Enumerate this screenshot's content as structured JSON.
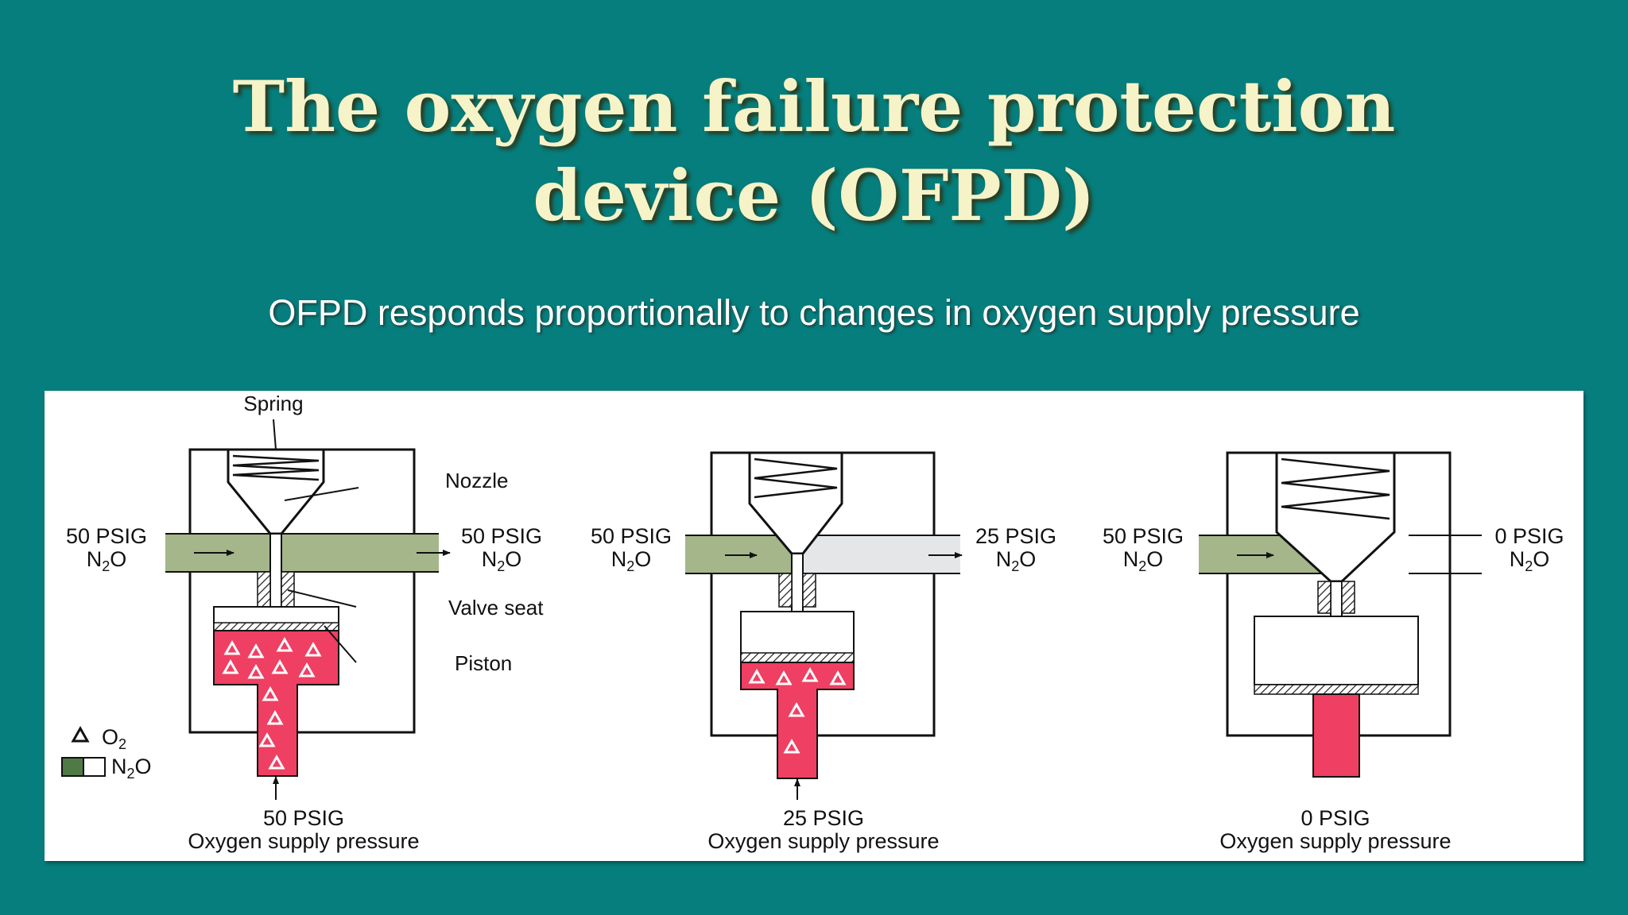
{
  "slide": {
    "title_line1": "The oxygen failure protection",
    "title_line2": "device (OFPD)",
    "subtitle": "OFPD responds proportionally to changes in oxygen supply pressure"
  },
  "diagram": {
    "part_labels": {
      "spring": "Spring",
      "nozzle": "Nozzle",
      "valve_seat": "Valve seat",
      "piston": "Piston"
    },
    "legend": {
      "o2": "O",
      "o2_sub": "2",
      "n2o_n": "N",
      "n2o_sub": "2",
      "n2o_o": "O"
    },
    "panels": [
      {
        "inlet_pressure": "50 PSIG",
        "inlet_gas_n": "N",
        "inlet_gas_sub": "2",
        "inlet_gas_o": "O",
        "outlet_pressure": "50 PSIG",
        "outlet_gas_n": "N",
        "outlet_gas_sub": "2",
        "outlet_gas_o": "O",
        "supply_pressure": "50 PSIG",
        "supply_label": "Oxygen supply pressure"
      },
      {
        "inlet_pressure": "50 PSIG",
        "inlet_gas_n": "N",
        "inlet_gas_sub": "2",
        "inlet_gas_o": "O",
        "outlet_pressure": "25 PSIG",
        "outlet_gas_n": "N",
        "outlet_gas_sub": "2",
        "outlet_gas_o": "O",
        "supply_pressure": "25 PSIG",
        "supply_label": "Oxygen supply pressure"
      },
      {
        "inlet_pressure": "50 PSIG",
        "inlet_gas_n": "N",
        "inlet_gas_sub": "2",
        "inlet_gas_o": "O",
        "outlet_pressure": "0 PSIG",
        "outlet_gas_n": "N",
        "outlet_gas_sub": "2",
        "outlet_gas_o": "O",
        "supply_pressure": "0 PSIG",
        "supply_label": "Oxygen supply pressure"
      }
    ],
    "colors": {
      "background": "#057e7d",
      "title": "#f6f3c8",
      "oxygen_fill": "#ef3f62",
      "n2o_fill": "#a4b68a",
      "n2o_pale": "#e4e6e8"
    }
  }
}
